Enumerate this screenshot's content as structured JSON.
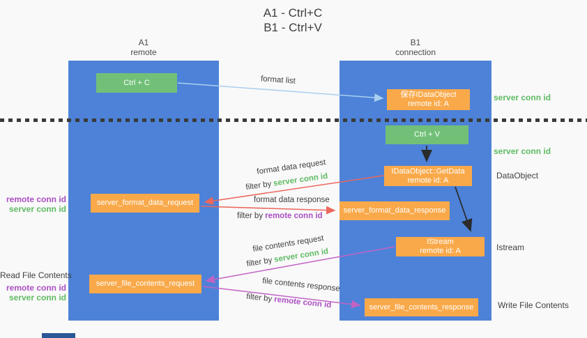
{
  "title": {
    "line1": "A1 - Ctrl+C",
    "line2": "B1 - Ctrl+V"
  },
  "lanes": {
    "a1": {
      "name": "A1",
      "subtitle": "remote"
    },
    "b1": {
      "name": "B1",
      "subtitle": "connection"
    }
  },
  "nodes": {
    "ctrl_c": {
      "label": "Ctrl + C"
    },
    "save_idataobject": {
      "line1": "保存IDataObject",
      "line2": "remote id: A"
    },
    "ctrl_v": {
      "label": "Ctrl + V"
    },
    "getdata": {
      "line1": "IDataObject::GetData",
      "line2": "remote id: A"
    },
    "format_request": {
      "label": "server_format_data_request"
    },
    "format_response": {
      "label": "server_format_data_response"
    },
    "istream": {
      "line1": "IStream",
      "line2": "remote id: A"
    },
    "file_request": {
      "label": "server_file_contents_request"
    },
    "file_response": {
      "label": "server_file_contents_response"
    }
  },
  "edges": {
    "format_list": {
      "label": "format list"
    },
    "format_data_request": {
      "label": "format data request",
      "filter_prefix": "filter by",
      "filter_key": "server conn id"
    },
    "format_data_response": {
      "label": "format data response",
      "filter_prefix": "filter by",
      "filter_key": "remote conn id"
    },
    "file_contents_request": {
      "label": "file contents request",
      "filter_prefix": "filter by",
      "filter_key": "server conn id"
    },
    "file_contents_response": {
      "label": "file contents response",
      "filter_prefix": "filter by",
      "filter_key": "remote conn id"
    }
  },
  "annotations": {
    "right_server_conn_1": "server conn id",
    "right_server_conn_2": "server conn id",
    "dataobject": "DataObject",
    "istream": "Istream",
    "write_file_contents": "Write File Contents",
    "left_remote_conn_1": "remote conn id",
    "left_server_conn_1": "server conn id",
    "read_file_contents": "Read File Contents",
    "left_remote_conn_2": "remote conn id",
    "left_server_conn_2": "server conn id"
  },
  "colors": {
    "lane_blue": "#4d82d8",
    "box_orange": "#f9a94a",
    "box_green": "#72c078",
    "arrow_red": "#ec675c",
    "arrow_magenta": "#c263c4",
    "arrow_light_blue": "#a9cfef",
    "arrow_black": "#2b2b2b",
    "conn_id_green": "#5fbb63",
    "conn_id_purple": "#ab4fc3"
  }
}
